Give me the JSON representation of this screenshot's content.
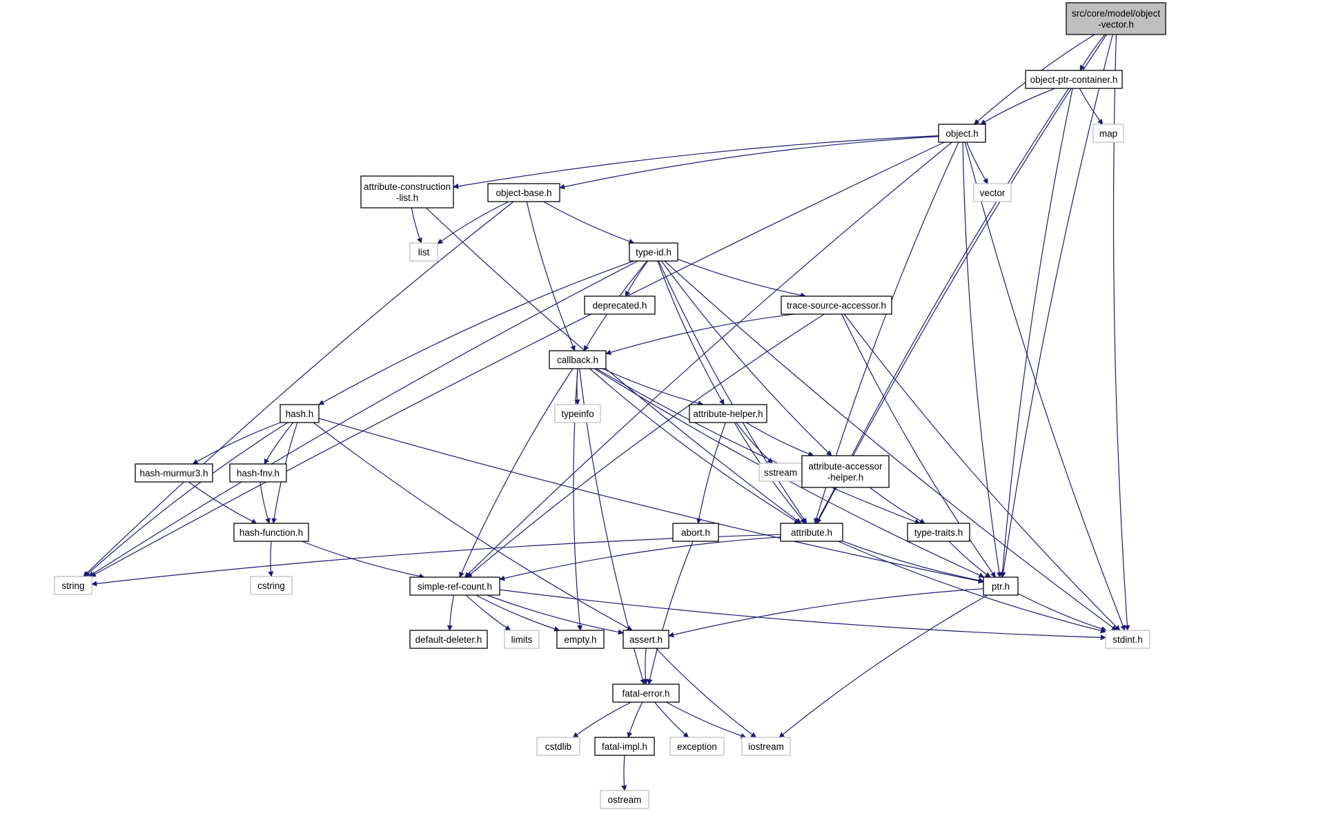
{
  "title": "src/core/model/object-vector.h",
  "colors": {
    "edge": "#191970",
    "root_fill": "#bfbfbf",
    "project_border": "#000000",
    "system_border": "#bfbfbf",
    "text": "#000000",
    "background": "#ffffff"
  },
  "nodes": {
    "root": {
      "lines": [
        "src/core/model/object",
        "-vector.h"
      ],
      "kind": "root"
    },
    "object_ptr_container": {
      "lines": [
        "object-ptr-container.h"
      ],
      "kind": "project"
    },
    "object": {
      "lines": [
        "object.h"
      ],
      "kind": "project"
    },
    "map": {
      "lines": [
        "map"
      ],
      "kind": "system"
    },
    "vector": {
      "lines": [
        "vector"
      ],
      "kind": "system"
    },
    "attr_construction_list": {
      "lines": [
        "attribute-construction",
        "-list.h"
      ],
      "kind": "project"
    },
    "object_base": {
      "lines": [
        "object-base.h"
      ],
      "kind": "project"
    },
    "list": {
      "lines": [
        "list"
      ],
      "kind": "system"
    },
    "type_id": {
      "lines": [
        "type-id.h"
      ],
      "kind": "project"
    },
    "deprecated": {
      "lines": [
        "deprecated.h"
      ],
      "kind": "project"
    },
    "trace_source_accessor": {
      "lines": [
        "trace-source-accessor.h"
      ],
      "kind": "project"
    },
    "callback": {
      "lines": [
        "callback.h"
      ],
      "kind": "project"
    },
    "typeinfo": {
      "lines": [
        "typeinfo"
      ],
      "kind": "system"
    },
    "attribute_helper": {
      "lines": [
        "attribute-helper.h"
      ],
      "kind": "project"
    },
    "hash": {
      "lines": [
        "hash.h"
      ],
      "kind": "project"
    },
    "sstream": {
      "lines": [
        "sstream"
      ],
      "kind": "system"
    },
    "attribute_accessor_helper": {
      "lines": [
        "attribute-accessor",
        "-helper.h"
      ],
      "kind": "project"
    },
    "hash_murmur3": {
      "lines": [
        "hash-murmur3.h"
      ],
      "kind": "project"
    },
    "hash_fnv": {
      "lines": [
        "hash-fnv.h"
      ],
      "kind": "project"
    },
    "hash_function": {
      "lines": [
        "hash-function.h"
      ],
      "kind": "project"
    },
    "abort": {
      "lines": [
        "abort.h"
      ],
      "kind": "project"
    },
    "attribute": {
      "lines": [
        "attribute.h"
      ],
      "kind": "project"
    },
    "type_traits": {
      "lines": [
        "type-traits.h"
      ],
      "kind": "project"
    },
    "string": {
      "lines": [
        "string"
      ],
      "kind": "system"
    },
    "cstring": {
      "lines": [
        "cstring"
      ],
      "kind": "system"
    },
    "simple_ref_count": {
      "lines": [
        "simple-ref-count.h"
      ],
      "kind": "project"
    },
    "ptr": {
      "lines": [
        "ptr.h"
      ],
      "kind": "project"
    },
    "default_deleter": {
      "lines": [
        "default-deleter.h"
      ],
      "kind": "project"
    },
    "limits": {
      "lines": [
        "limits"
      ],
      "kind": "system"
    },
    "empty": {
      "lines": [
        "empty.h"
      ],
      "kind": "project"
    },
    "assert": {
      "lines": [
        "assert.h"
      ],
      "kind": "project"
    },
    "stdint": {
      "lines": [
        "stdint.h"
      ],
      "kind": "system"
    },
    "fatal_error": {
      "lines": [
        "fatal-error.h"
      ],
      "kind": "project"
    },
    "cstdlib": {
      "lines": [
        "cstdlib"
      ],
      "kind": "system"
    },
    "fatal_impl": {
      "lines": [
        "fatal-impl.h"
      ],
      "kind": "project"
    },
    "exception": {
      "lines": [
        "exception"
      ],
      "kind": "system"
    },
    "iostream": {
      "lines": [
        "iostream"
      ],
      "kind": "system"
    },
    "ostream": {
      "lines": [
        "ostream"
      ],
      "kind": "system"
    }
  },
  "edges": [
    [
      "root",
      "object_ptr_container"
    ],
    [
      "root",
      "object"
    ],
    [
      "root",
      "attribute"
    ],
    [
      "root",
      "ptr"
    ],
    [
      "root",
      "stdint"
    ],
    [
      "object_ptr_container",
      "object"
    ],
    [
      "object_ptr_container",
      "map"
    ],
    [
      "object_ptr_container",
      "attribute"
    ],
    [
      "object_ptr_container",
      "ptr"
    ],
    [
      "object",
      "string"
    ],
    [
      "object",
      "attr_construction_list"
    ],
    [
      "object",
      "object_base"
    ],
    [
      "object",
      "vector"
    ],
    [
      "object",
      "simple_ref_count"
    ],
    [
      "object",
      "attribute"
    ],
    [
      "object",
      "ptr"
    ],
    [
      "object",
      "stdint"
    ],
    [
      "attr_construction_list",
      "list"
    ],
    [
      "attr_construction_list",
      "attribute"
    ],
    [
      "object_base",
      "list"
    ],
    [
      "object_base",
      "string"
    ],
    [
      "object_base",
      "type_id"
    ],
    [
      "object_base",
      "callback"
    ],
    [
      "type_id",
      "deprecated"
    ],
    [
      "type_id",
      "trace_source_accessor"
    ],
    [
      "type_id",
      "callback"
    ],
    [
      "type_id",
      "hash"
    ],
    [
      "type_id",
      "string"
    ],
    [
      "type_id",
      "attribute"
    ],
    [
      "type_id",
      "attribute_helper"
    ],
    [
      "type_id",
      "attribute_accessor_helper"
    ],
    [
      "type_id",
      "stdint"
    ],
    [
      "trace_source_accessor",
      "callback"
    ],
    [
      "trace_source_accessor",
      "simple_ref_count"
    ],
    [
      "trace_source_accessor",
      "ptr"
    ],
    [
      "trace_source_accessor",
      "stdint"
    ],
    [
      "callback",
      "typeinfo"
    ],
    [
      "callback",
      "attribute_helper"
    ],
    [
      "callback",
      "attribute"
    ],
    [
      "callback",
      "simple_ref_count"
    ],
    [
      "callback",
      "empty"
    ],
    [
      "callback",
      "fatal_error"
    ],
    [
      "callback",
      "type_traits"
    ],
    [
      "callback",
      "ptr"
    ],
    [
      "attribute_helper",
      "sstream"
    ],
    [
      "attribute_helper",
      "attribute_accessor_helper"
    ],
    [
      "attribute_helper",
      "abort"
    ],
    [
      "attribute_helper",
      "attribute"
    ],
    [
      "attribute_accessor_helper",
      "attribute"
    ],
    [
      "attribute_accessor_helper",
      "type_traits"
    ],
    [
      "hash",
      "string"
    ],
    [
      "hash",
      "hash_murmur3"
    ],
    [
      "hash",
      "hash_fnv"
    ],
    [
      "hash",
      "hash_function"
    ],
    [
      "hash",
      "assert"
    ],
    [
      "hash",
      "ptr"
    ],
    [
      "hash_murmur3",
      "hash_function"
    ],
    [
      "hash_fnv",
      "hash_function"
    ],
    [
      "hash_function",
      "cstring"
    ],
    [
      "hash_function",
      "simple_ref_count"
    ],
    [
      "abort",
      "fatal_error"
    ],
    [
      "attribute",
      "string"
    ],
    [
      "attribute",
      "simple_ref_count"
    ],
    [
      "attribute",
      "ptr"
    ],
    [
      "attribute",
      "stdint"
    ],
    [
      "type_traits",
      "ptr"
    ],
    [
      "simple_ref_count",
      "default_deleter"
    ],
    [
      "simple_ref_count",
      "limits"
    ],
    [
      "simple_ref_count",
      "empty"
    ],
    [
      "simple_ref_count",
      "assert"
    ],
    [
      "simple_ref_count",
      "stdint"
    ],
    [
      "ptr",
      "assert"
    ],
    [
      "ptr",
      "stdint"
    ],
    [
      "ptr",
      "iostream"
    ],
    [
      "assert",
      "fatal_error"
    ],
    [
      "assert",
      "iostream"
    ],
    [
      "fatal_error",
      "cstdlib"
    ],
    [
      "fatal_error",
      "fatal_impl"
    ],
    [
      "fatal_error",
      "exception"
    ],
    [
      "fatal_error",
      "iostream"
    ],
    [
      "fatal_impl",
      "ostream"
    ]
  ]
}
